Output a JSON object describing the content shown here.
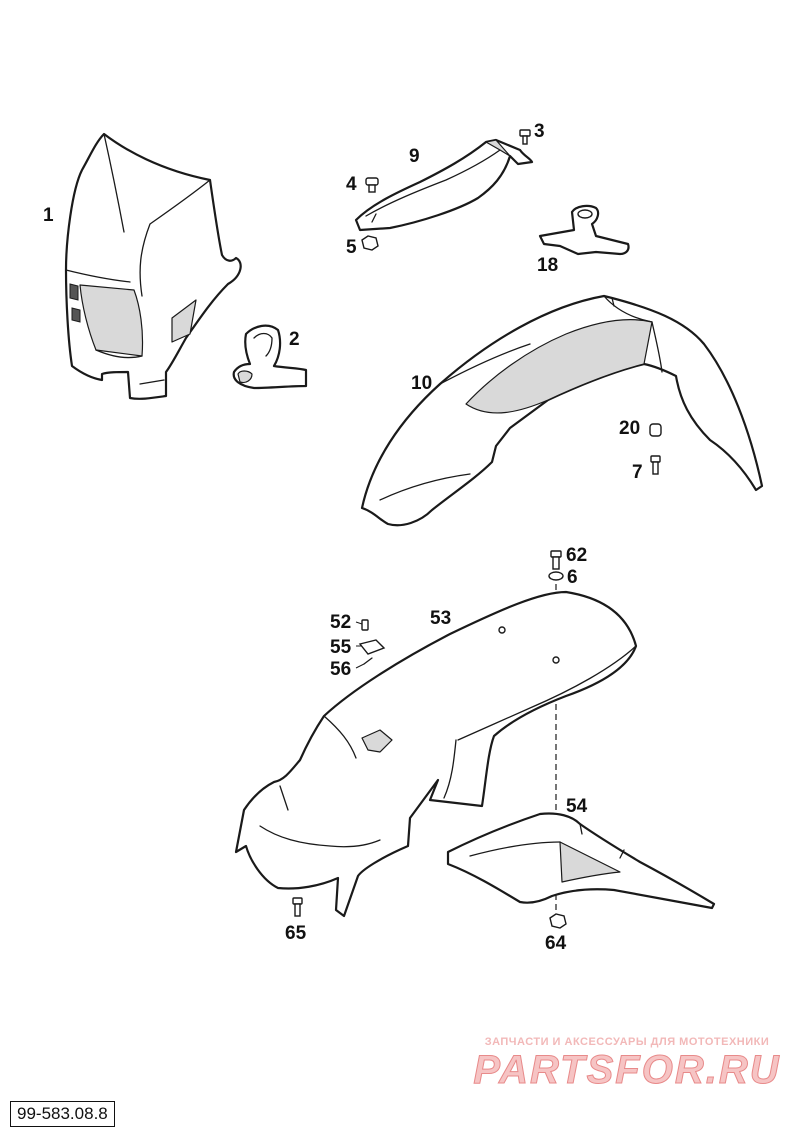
{
  "diagram": {
    "reference_code": "99-583.08.8",
    "callouts": {
      "p1": "1",
      "p2": "2",
      "p3": "3",
      "p4": "4",
      "p5": "5",
      "p6": "6",
      "p7": "7",
      "p9": "9",
      "p10": "10",
      "p18": "18",
      "p20": "20",
      "p52": "52",
      "p53": "53",
      "p54": "54",
      "p55": "55",
      "p56": "56",
      "p62": "62",
      "p64": "64",
      "p65": "65"
    }
  },
  "watermark": {
    "tagline": "ЗАПЧАСТИ И АКСЕССУАРЫ ДЛЯ МОТОТЕХНИКИ",
    "logo": "PARTSFOR.RU",
    "color_tagline": "#f2b8b8",
    "color_logo": "#f6c4c4"
  }
}
